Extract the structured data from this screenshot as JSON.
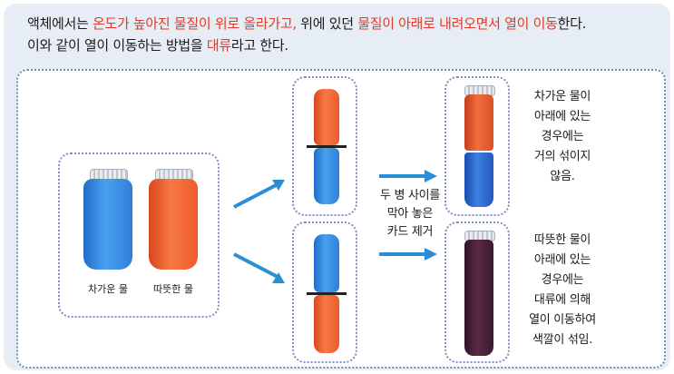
{
  "intro": {
    "line1_a": "액체에서는 ",
    "line1_b": "온도가 높아진 물질이 위로 올라가고,",
    "line1_c": " 위에 있던 ",
    "line1_d": "물질이 아래로 내려오면서 열이 이동",
    "line1_e": "한다.",
    "line2_a": "이와 같이 열이 이동하는 방법을 ",
    "line2_b": "대류",
    "line2_c": "라고 한다."
  },
  "labels": {
    "cold": "차가운 물",
    "hot": "따뜻한 물",
    "middle": [
      "두 병 사이를",
      "막아 놓은",
      "카드 제거"
    ]
  },
  "captions": {
    "top": [
      "차가운 물이",
      "아래에 있는",
      "경우에는",
      "거의 섞이지",
      "않음."
    ],
    "bottom": [
      "따뜻한 물이",
      "아래에 있는",
      "경우에는",
      "대류에 의해",
      "열이 이동하여",
      "색깔이 섞임."
    ]
  },
  "colors": {
    "highlight": "#e03a2c",
    "blue": "#2f7fd8",
    "red": "#ef5a2c",
    "mixed": "#4a2238",
    "arrow": "#2a8fd6"
  }
}
